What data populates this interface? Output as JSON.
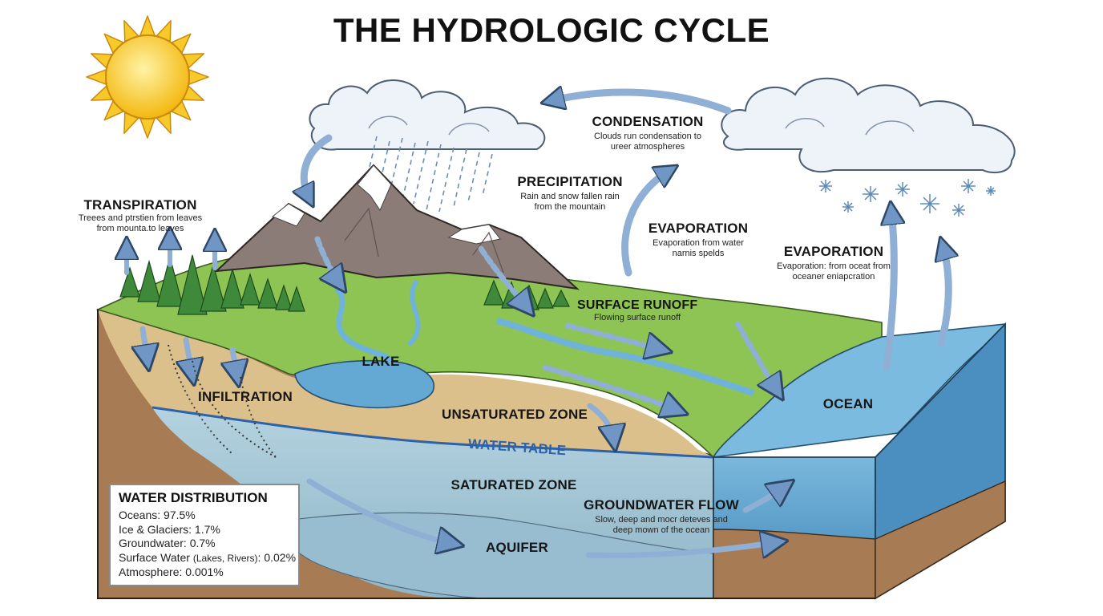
{
  "title": "THE HYDROLOGIC CYCLE",
  "labels": {
    "transpiration": {
      "title": "TRANSPIRATION",
      "desc": "Treees and ptrstien from leaves from mounta.to leaves"
    },
    "precipitation": {
      "title": "PRECIPITATION",
      "desc": "Rain and snow fallen rain from the mountain"
    },
    "condensation": {
      "title": "CONDENSATION",
      "desc": "Clouds run condensation to ureer atmospheres"
    },
    "evaporation_land": {
      "title": "EVAPORATION",
      "desc": "Evaporation from water narnis spelds"
    },
    "evaporation_ocean": {
      "title": "EVAPORATION",
      "desc": "Evaporation: from oceat from oceaner eniapcration"
    },
    "surface_runoff": {
      "title": "SURFACE RUNOFF",
      "desc": "Flowing surface runoff"
    },
    "lake": "LAKE",
    "ocean": "OCEAN",
    "infiltration": "INFILTRATION",
    "unsaturated_zone": "UNSATURATED ZONE",
    "water_table": "WATER TABLE",
    "saturated_zone": "SATURATED ZONE",
    "groundwater_flow": {
      "title": "GROUNDWATER FLOW",
      "desc": "Slow, deep and mocr deteves and deep mown of the ocean"
    },
    "aquifer": "AQUIFER"
  },
  "water_distribution": {
    "title": "WATER DISTRIBUTION",
    "rows": [
      {
        "label": "Oceans: 97.5%"
      },
      {
        "label": "Ice & Glaciers: 1.7%"
      },
      {
        "label": "Groundwater: 0.7%"
      },
      {
        "label": "Surface Water ",
        "small": "(Lakes, Rivers)",
        "value": ": 0.02%"
      },
      {
        "label": "Atmosphere: 0.001%"
      }
    ]
  },
  "colors": {
    "sky_arrow": "#8fb0d4",
    "grass": "#8cc44e",
    "ocean": "#5ba3d0",
    "soil": "#d8bc8a",
    "saturated": "#a7c7d6",
    "bedrock": "#a47a52",
    "sun": "#f6c21a"
  }
}
